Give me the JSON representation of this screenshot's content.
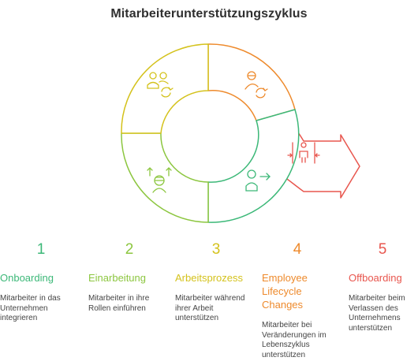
{
  "title": "Mitarbeiterunterstützungszyklus",
  "colors": {
    "step1": "#3cb878",
    "step2": "#8cc63f",
    "step3": "#d4c21c",
    "step4": "#ee8a2c",
    "step5": "#e8564e"
  },
  "steps": [
    {
      "number": "1",
      "title": "Onboarding",
      "description": "Mitarbeiter in das Unternehmen integrieren",
      "icon": "people-cycle-icon"
    },
    {
      "number": "2",
      "title": "Einarbeitung",
      "description": "Mitarbeiter in ihre Rollen einführen",
      "icon": "worker-growth-icon"
    },
    {
      "number": "3",
      "title": "Arbeitsprozess",
      "description": "Mitarbeiter während ihrer Arbeit unterstützen",
      "icon": "person-arrow-icon"
    },
    {
      "number": "4",
      "title": "Employee Lifecycle Changes",
      "description": "Mitarbeiter bei Veränderungen im Lebenszyklus unterstützen",
      "icon": "person-refresh-icon"
    },
    {
      "number": "5",
      "title": "Offboarding",
      "description": "Mitarbeiter beim Verlassen des Unternehmens unterstützen",
      "icon": "person-exit-icon"
    }
  ]
}
